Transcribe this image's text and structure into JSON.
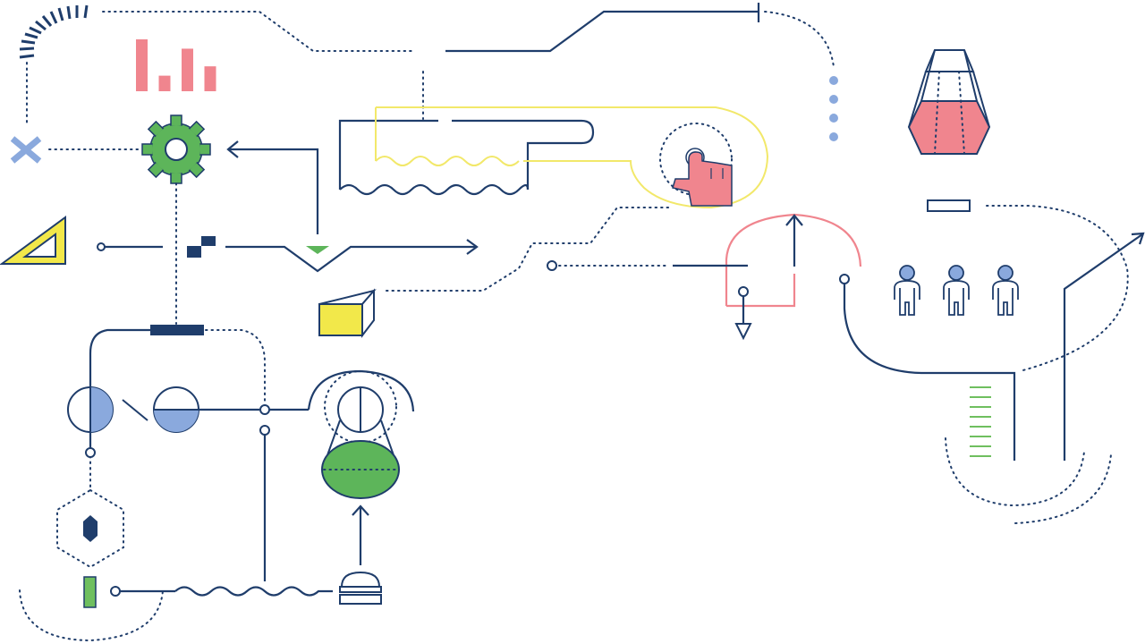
{
  "colors": {
    "navy": "#1f3d6b",
    "pink": "#f0858e",
    "green": "#5db55a",
    "lightGreen": "#6fbf5f",
    "yellow": "#f2e84a",
    "blue": "#8aa9dd",
    "background": "#ffffff"
  },
  "bar_icon_values": [
    1.0,
    0.3,
    0.82,
    0.48
  ],
  "icons": [
    "signal-arc-icon",
    "bar-chart-icon",
    "cross-icon",
    "gear-icon",
    "set-square-icon",
    "pixel-steps-icon",
    "triangle-marker-icon",
    "prism-box-icon",
    "pointing-hand-icon",
    "vertical-dots-icon",
    "hexagon-flask-icon",
    "semicircle-gauge-icon",
    "person-icon",
    "lens-icon",
    "pulley-flask-icon",
    "hexagon-gem-icon",
    "dome-bell-icon",
    "level-scale-icon"
  ]
}
